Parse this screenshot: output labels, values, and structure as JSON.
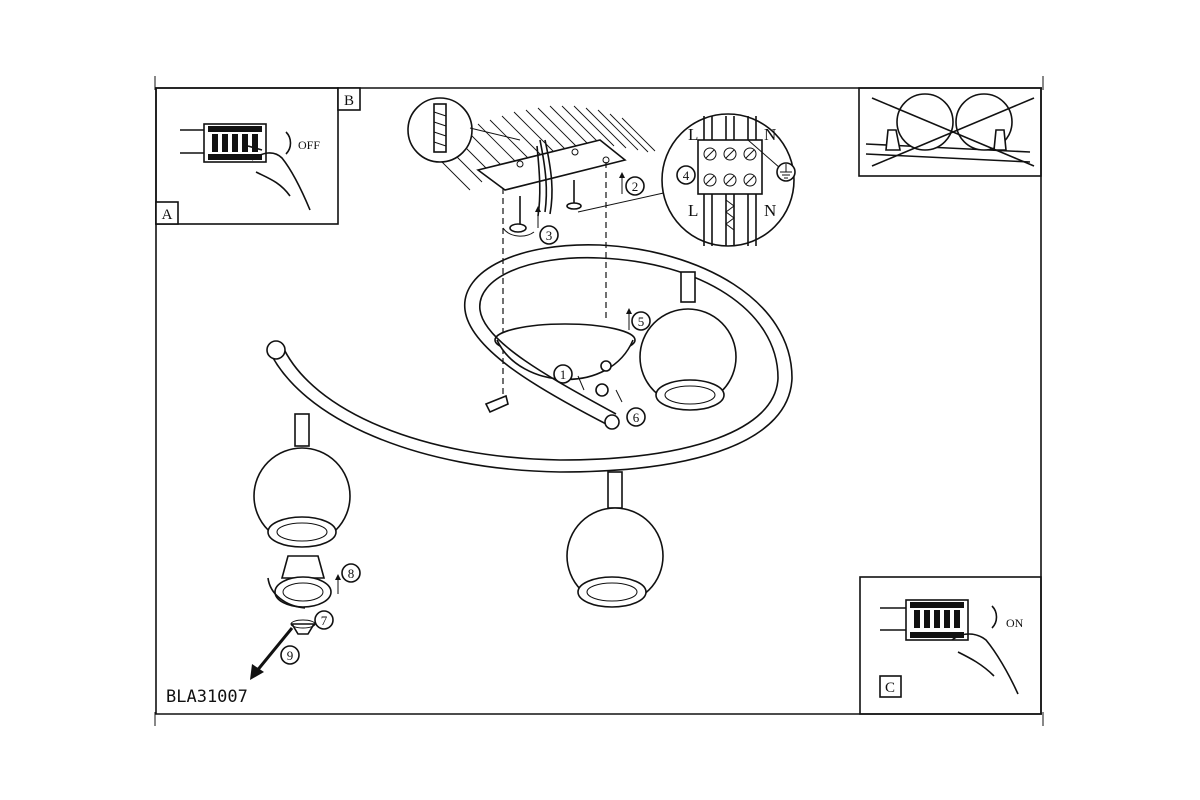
{
  "model_code": "BLA31007",
  "panels": {
    "a": {
      "letter": "A",
      "switch_state": "OFF"
    },
    "b": {
      "letter": "B"
    },
    "c": {
      "letter": "C",
      "switch_state": "ON"
    }
  },
  "terminal": {
    "top_left": "L",
    "top_right": "N",
    "bottom_left": "L",
    "bottom_right": "N"
  },
  "steps": [
    "1",
    "2",
    "3",
    "4",
    "5",
    "6",
    "7",
    "8",
    "9"
  ],
  "icons": [
    "ground-icon",
    "hand-icon",
    "screw-icon",
    "wall-plug-icon",
    "bulb-icon",
    "rotate-arrow-icon",
    "crossed-out-icon"
  ]
}
